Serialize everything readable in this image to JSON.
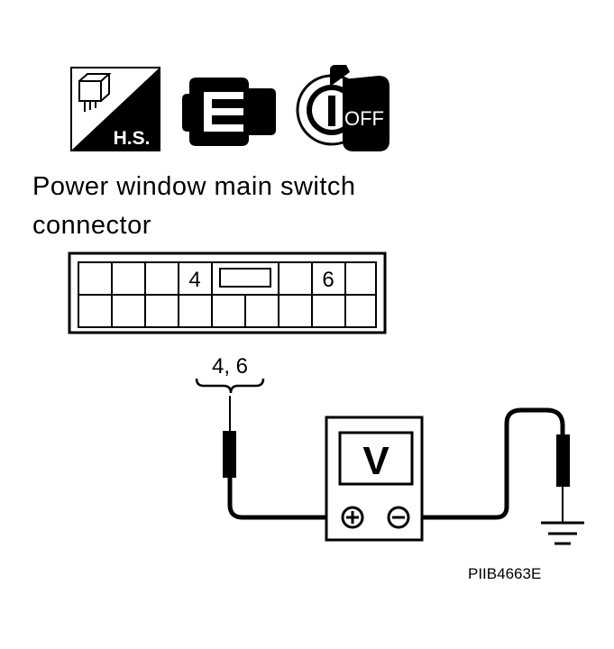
{
  "icons": {
    "harness_label": "H.S.",
    "ignition_label": "OFF"
  },
  "caption": {
    "line1": "Power window main switch",
    "line2": "connector"
  },
  "connector": {
    "terminal_a": "4",
    "terminal_b": "6",
    "probe_label": "4, 6"
  },
  "meter": {
    "mode": "V",
    "plus_symbol": "+",
    "minus_symbol": "−"
  },
  "figure_code": "PIIB4663E"
}
